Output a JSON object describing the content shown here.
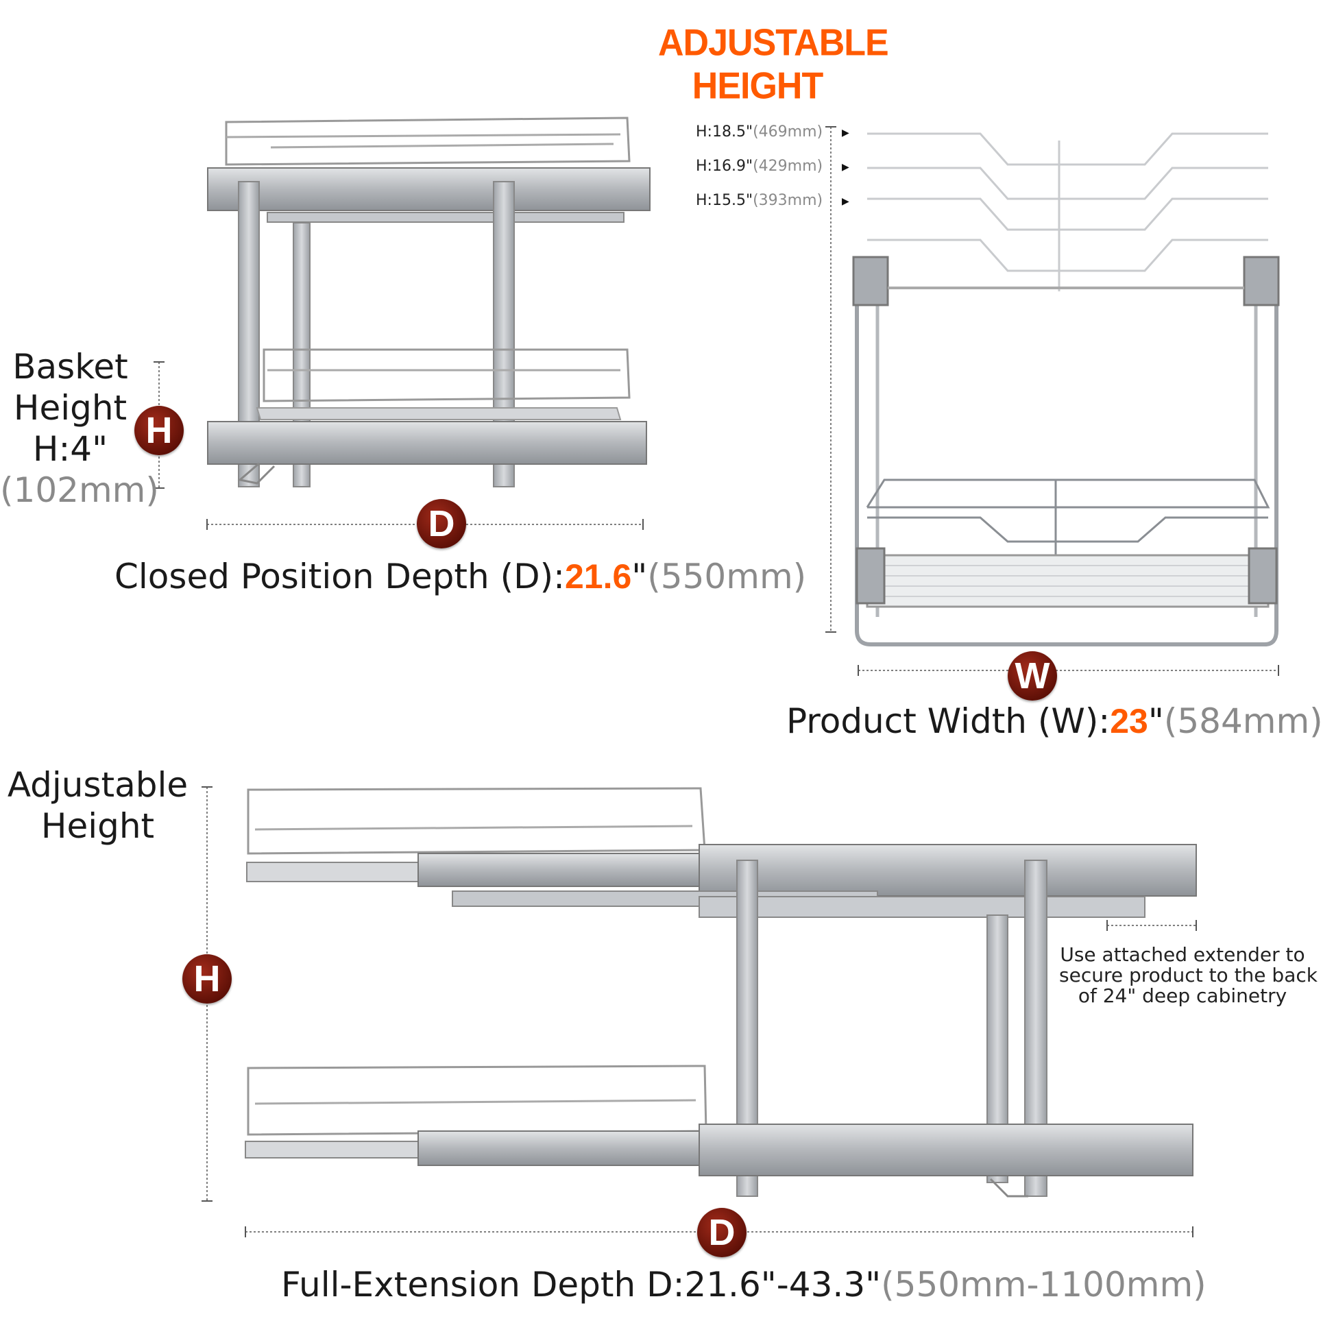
{
  "title": {
    "line1": "ADJUSTABLE",
    "line2": "HEIGHT"
  },
  "height_options": [
    {
      "label": "H:18.5\"",
      "metric": "(469mm)"
    },
    {
      "label": "H:16.9\"",
      "metric": "(429mm)"
    },
    {
      "label": "H:15.5\"",
      "metric": "(393mm)"
    }
  ],
  "basket_height": {
    "line1": "Basket",
    "line2": "Height",
    "line3": "H:4\"",
    "metric": "(102mm)"
  },
  "closed_depth": {
    "prefix": "Closed Position Depth (D):",
    "value": "21.6",
    "unit": "\"",
    "metric": "(550mm)"
  },
  "product_width": {
    "prefix": "Product Width (W):",
    "value": "23",
    "unit": "\"",
    "metric": "(584mm)"
  },
  "adjustable_height": {
    "line1": "Adjustable",
    "line2": "Height"
  },
  "extender_note": {
    "line1": "Use attached extender to",
    "line2": "secure product to the back",
    "line3": "of 24\" deep cabinetry"
  },
  "full_extension": {
    "prefix": "Full-Extension Depth D:21.6\"-43.3\"",
    "metric": "(550mm-1100mm)"
  },
  "badges": {
    "h": "H",
    "d": "D",
    "w": "W"
  },
  "colors": {
    "accent": "#ff5a00",
    "badge": "#6b1508",
    "metal": "#b9bcc0",
    "metal_dark": "#8e9296"
  }
}
